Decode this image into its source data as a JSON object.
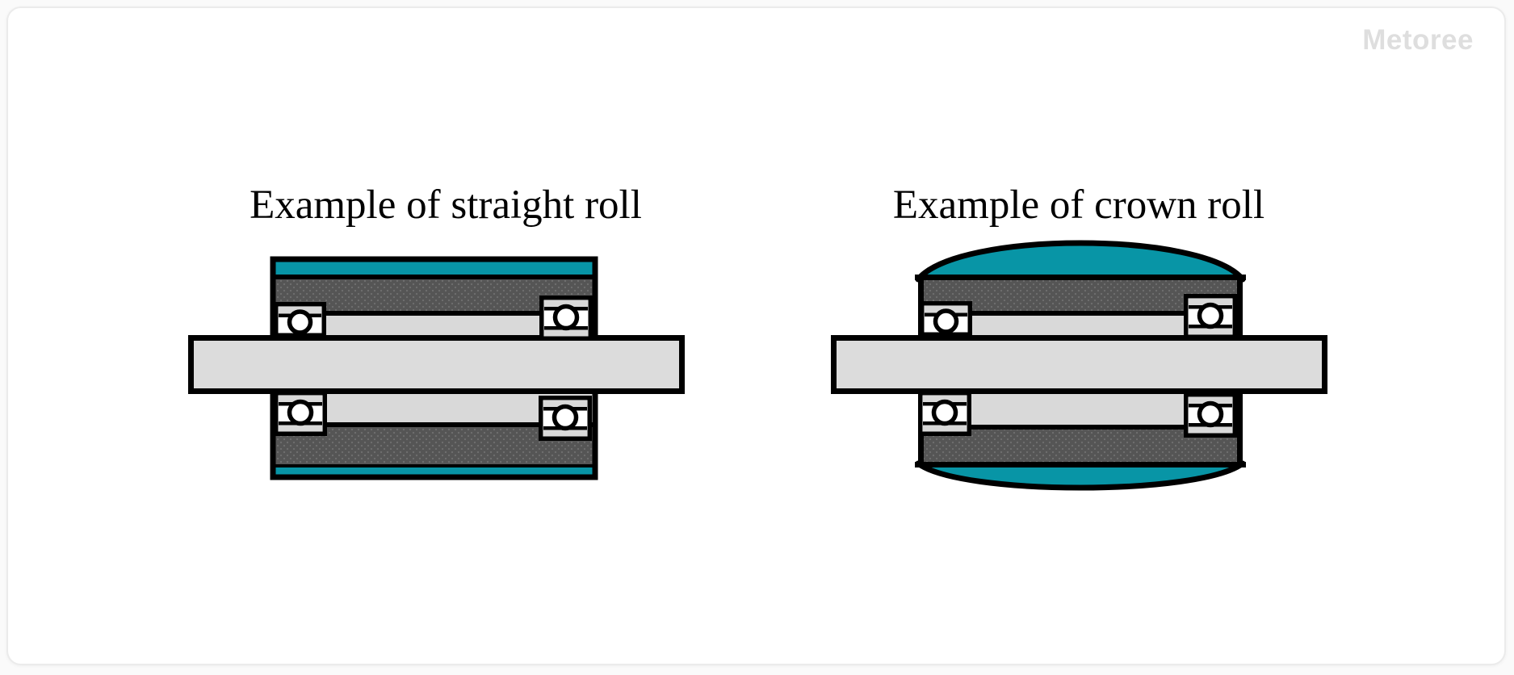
{
  "watermark": {
    "text": "Metoree",
    "color": "#DEDEDE"
  },
  "diagrams": [
    {
      "id": "straight-roll",
      "title": "Example of straight roll"
    },
    {
      "id": "crown-roll",
      "title": "Example of crown roll"
    }
  ],
  "colors": {
    "accent_teal": "#0895A6",
    "shell_gray": "#555555",
    "shell_dot_gray": "#6F6F6F",
    "metal_light": "#D9D9D9",
    "shaft_light": "#DCDCDC",
    "bearing_white": "#FFFFFF",
    "outline_black": "#000000",
    "card_background": "#FFFFFF",
    "card_border": "#EBEBEB",
    "page_background": "#FAFAFA"
  }
}
